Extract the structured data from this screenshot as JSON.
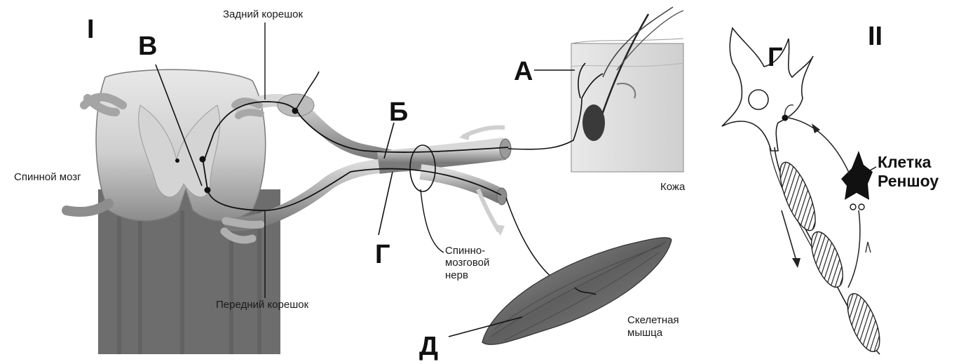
{
  "panel_I": {
    "roman": "I",
    "labels": {
      "dorsal_root": "Задний корешок",
      "ventral_root": "Передний корешок",
      "spinal_cord": "Спинной мозг",
      "skin": "Кожа",
      "spinal_nerve_1": "Спинно-",
      "spinal_nerve_2": "мозговой",
      "spinal_nerve_3": "нерв",
      "muscle_1": "Скелетная",
      "muscle_2": "мышца"
    },
    "letters": {
      "A": "А",
      "B": "Б",
      "V": "В",
      "G": "Г",
      "D": "Д"
    }
  },
  "panel_II": {
    "roman": "II",
    "letter_G": "Г",
    "renshaw_1": "Клетка",
    "renshaw_2": "Реншоу"
  },
  "colors": {
    "ink": "#111111",
    "gray_tissue": "#bdbdbd",
    "dark_tissue": "#6f6f6f",
    "light_tissue": "#e2e2e2"
  }
}
